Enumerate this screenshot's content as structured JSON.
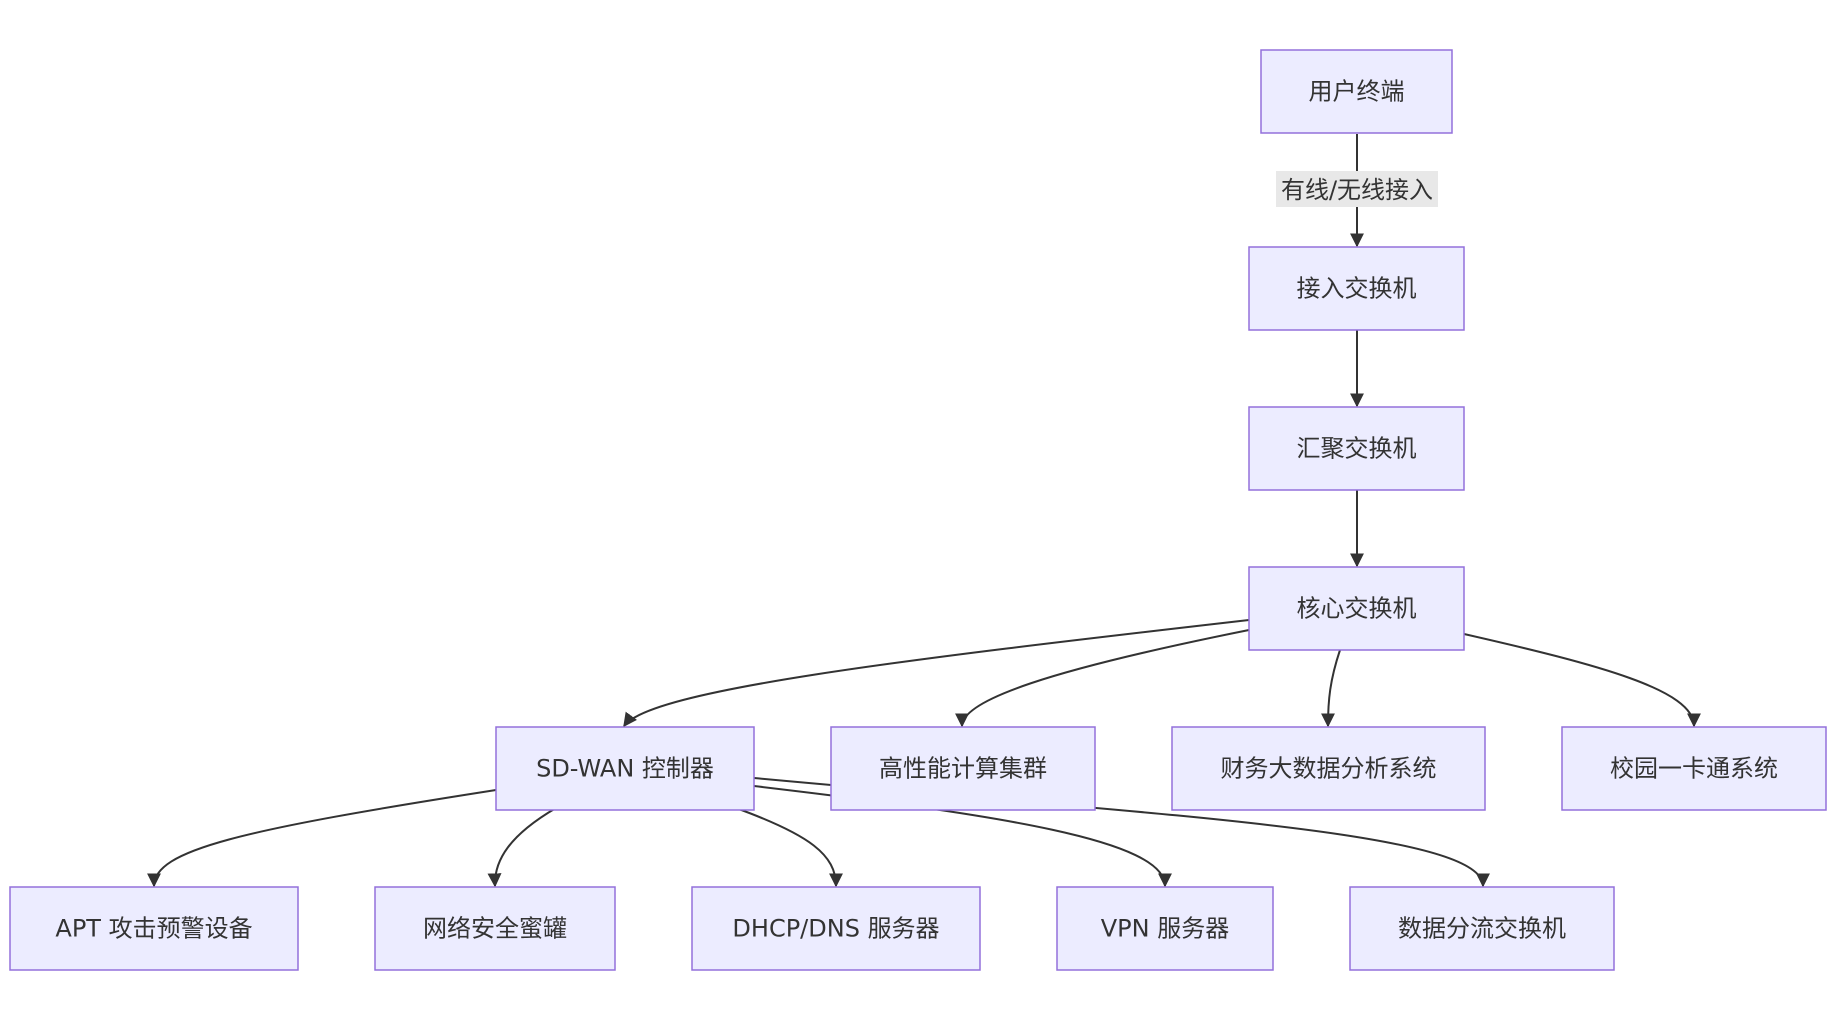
{
  "nodes": {
    "user": "用户终端",
    "access": "接入交换机",
    "aggregation": "汇聚交换机",
    "core": "核心交换机",
    "sdwan": "SD-WAN 控制器",
    "hpc": "高性能计算集群",
    "finance": "财务大数据分析系统",
    "campus_card": "校园一卡通系统",
    "apt": "APT 攻击预警设备",
    "honeypot": "网络安全蜜罐",
    "dhcp_dns": "DHCP/DNS 服务器",
    "vpn": "VPN 服务器",
    "data_split": "数据分流交换机"
  },
  "edges": [
    {
      "from": "user",
      "to": "access",
      "label": "有线/无线接入"
    },
    {
      "from": "access",
      "to": "aggregation"
    },
    {
      "from": "aggregation",
      "to": "core"
    },
    {
      "from": "core",
      "to": "sdwan"
    },
    {
      "from": "core",
      "to": "hpc"
    },
    {
      "from": "core",
      "to": "finance"
    },
    {
      "from": "core",
      "to": "campus_card"
    },
    {
      "from": "sdwan",
      "to": "apt"
    },
    {
      "from": "sdwan",
      "to": "honeypot"
    },
    {
      "from": "sdwan",
      "to": "dhcp_dns"
    },
    {
      "from": "sdwan",
      "to": "vpn"
    },
    {
      "from": "sdwan",
      "to": "data_split"
    }
  ],
  "colors": {
    "node_fill": "#ececff",
    "node_stroke": "#9370db",
    "edge": "#333333",
    "edge_label_bg": "#e8e8e8"
  }
}
